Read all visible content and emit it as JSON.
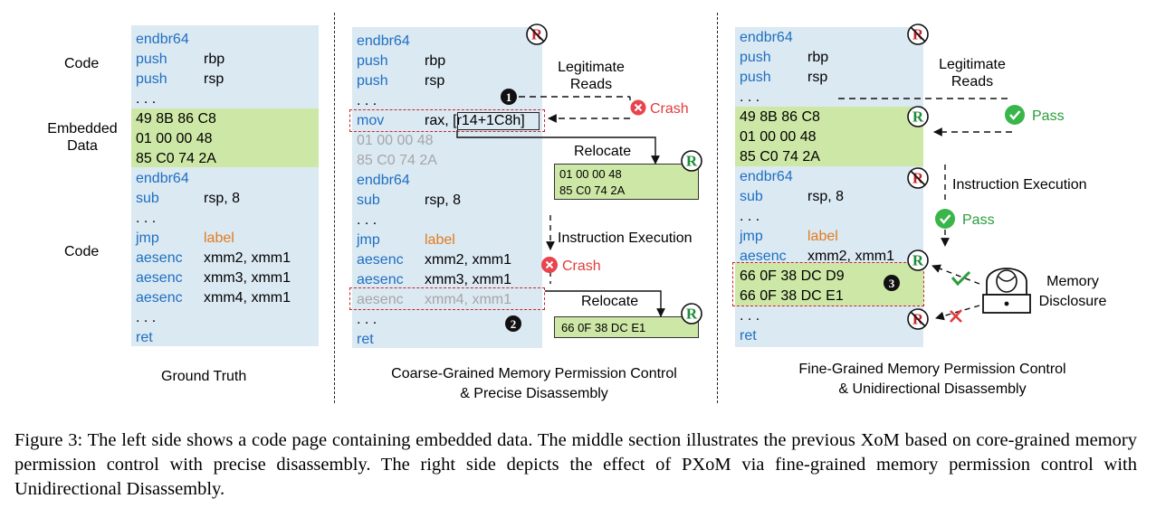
{
  "left": {
    "label_code_top": "Code",
    "label_embedded": [
      "Embedded",
      "Data"
    ],
    "label_code_bottom": "Code",
    "lines": [
      {
        "op": "endbr64",
        "arg": ""
      },
      {
        "op": "push",
        "arg": "rbp"
      },
      {
        "op": "push",
        "arg": "rsp"
      },
      {
        "op": ". . .",
        "arg": ""
      },
      {
        "op": "49 8B 86 C8",
        "arg": ""
      },
      {
        "op": "01 00 00 48",
        "arg": ""
      },
      {
        "op": "85 C0 74 2A",
        "arg": ""
      },
      {
        "op": "endbr64",
        "arg": ""
      },
      {
        "op": "sub",
        "arg": "rsp, 8"
      },
      {
        "op": ". . .",
        "arg": ""
      },
      {
        "op": "jmp",
        "arg": "label"
      },
      {
        "op": "aesenc",
        "arg": "xmm2, xmm1"
      },
      {
        "op": "aesenc",
        "arg": "xmm3, xmm1"
      },
      {
        "op": "aesenc",
        "arg": "xmm4, xmm1"
      },
      {
        "op": ". . .",
        "arg": ""
      },
      {
        "op": "ret",
        "arg": ""
      }
    ],
    "title": "Ground Truth"
  },
  "middle": {
    "lines": [
      {
        "op": "endbr64",
        "arg": ""
      },
      {
        "op": "push",
        "arg": "rbp"
      },
      {
        "op": "push",
        "arg": "rsp"
      },
      {
        "op": ". . .",
        "arg": ""
      },
      {
        "op": "mov",
        "arg": "rax, [r14+1C8h]"
      },
      {
        "op": "01 00 00 48",
        "arg": ""
      },
      {
        "op": "85 C0 74 2A",
        "arg": ""
      },
      {
        "op": "endbr64",
        "arg": ""
      },
      {
        "op": "sub",
        "arg": "rsp, 8"
      },
      {
        "op": ". . .",
        "arg": ""
      },
      {
        "op": "jmp",
        "arg": "label"
      },
      {
        "op": "aesenc",
        "arg": "xmm2, xmm1"
      },
      {
        "op": "aesenc",
        "arg": "xmm3, xmm1"
      },
      {
        "op": "aesenc",
        "arg": "xmm4, xmm1"
      },
      {
        "op": ". . .",
        "arg": ""
      },
      {
        "op": "ret",
        "arg": ""
      }
    ],
    "legit_reads": [
      "Legitimate",
      "Reads"
    ],
    "crash1": "Crash",
    "relocate1": "Relocate",
    "reloc_box1": [
      "01 00 00 48",
      "85 C0 74 2A"
    ],
    "instr_exec": "Instruction Execution",
    "crash2": "Crash",
    "relocate2": "Relocate",
    "reloc_box2": [
      "66 0F 38 DC E1"
    ],
    "marker1": "1",
    "marker2": "2",
    "r_letter": "R",
    "title": [
      "Coarse-Grained Memory Permission Control",
      "& Precise Disassembly"
    ]
  },
  "right": {
    "lines": [
      {
        "op": "endbr64",
        "arg": ""
      },
      {
        "op": "push",
        "arg": "rbp"
      },
      {
        "op": "push",
        "arg": "rsp"
      },
      {
        "op": ". . .",
        "arg": ""
      },
      {
        "op": "49 8B 86 C8",
        "arg": ""
      },
      {
        "op": "01 00 00 48",
        "arg": ""
      },
      {
        "op": "85 C0 74 2A",
        "arg": ""
      },
      {
        "op": "endbr64",
        "arg": ""
      },
      {
        "op": "sub",
        "arg": "rsp, 8"
      },
      {
        "op": ". . .",
        "arg": ""
      },
      {
        "op": "jmp",
        "arg": "label"
      },
      {
        "op": "aesenc",
        "arg": "xmm2, xmm1"
      },
      {
        "op": "66 0F 38 DC D9",
        "arg": ""
      },
      {
        "op": "66 0F 38 DC E1",
        "arg": ""
      },
      {
        "op": ". . .",
        "arg": ""
      },
      {
        "op": "ret",
        "arg": ""
      }
    ],
    "legit_reads": [
      "Legitimate",
      "Reads"
    ],
    "pass1": "Pass",
    "instr_exec": "Instruction Execution",
    "pass2": "Pass",
    "memory_disclosure": [
      "Memory",
      "Disclosure"
    ],
    "marker3": "3",
    "r_letter": "R",
    "title": [
      "Fine-Grained Memory Permission Control",
      "& Unidirectional Disassembly"
    ]
  },
  "caption": "Figure 3: The left side shows a code page containing embedded data. The middle section illustrates the previous XoM based on core-grained memory permission control with precise disassembly. The right side depicts the effect of PXoM via fine-grained memory permission control with Unidirectional Disassembly."
}
